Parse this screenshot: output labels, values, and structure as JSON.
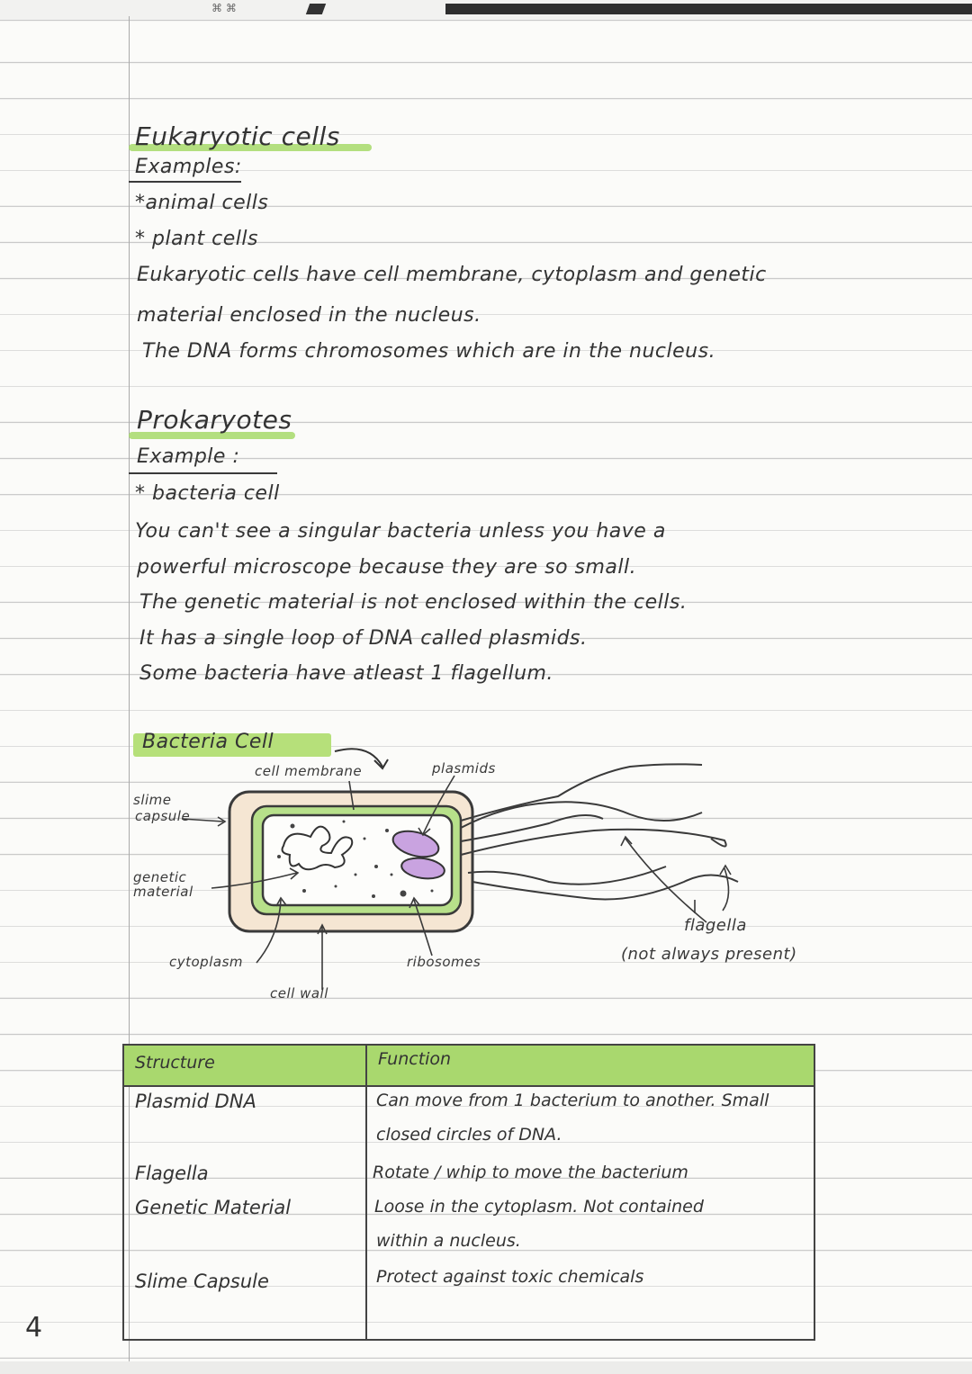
{
  "page_number": "4",
  "colors": {
    "highlight_green": "#a6d96a",
    "table_header_green": "#a9d86e",
    "plasmid_purple": "#c9a3e0",
    "membrane_green": "#b7e08a",
    "capsule_beige": "#f5e6d3",
    "ink": "#333333"
  },
  "eukaryotic": {
    "title": "Eukaryotic cells",
    "examples_label": "Examples:",
    "examples": [
      "*animal cells",
      "* plant cells"
    ],
    "paragraph": [
      "Eukaryotic cells have cell membrane, cytoplasm and genetic",
      "material enclosed in the nucleus.",
      "The DNA forms chromosomes which are in the nucleus."
    ]
  },
  "prokaryotes": {
    "title": "Prokaryotes",
    "example_label": "Example :",
    "examples": [
      "* bacteria cell"
    ],
    "paragraph": [
      "You can't see a singular bacteria unless you have a",
      "powerful microscope because they are so small.",
      "The genetic material is not enclosed within the cells.",
      "It has a single loop of DNA called plasmids.",
      "Some bacteria have atleast 1 flagellum."
    ]
  },
  "diagram": {
    "title": "Bacteria Cell",
    "labels": {
      "cell_membrane": "cell membrane",
      "plasmids": "plasmids",
      "slime_capsule_1": "slime",
      "slime_capsule_2": "capsule",
      "genetic_material_1": "genetic",
      "genetic_material_2": "material",
      "cytoplasm": "cytoplasm",
      "cell_wall": "cell wall",
      "ribosomes": "ribosomes",
      "flagella": "flagella",
      "flagella_note": "(not always present)"
    }
  },
  "table": {
    "headers": [
      "Structure",
      "Function"
    ],
    "rows": [
      {
        "structure": "Plasmid DNA",
        "function": [
          "Can move from 1 bacterium to another. Small",
          "closed circles of DNA."
        ]
      },
      {
        "structure": "Flagella",
        "function": [
          "Rotate / whip to move the bacterium"
        ]
      },
      {
        "structure": "Genetic Material",
        "function": [
          "Loose in the cytoplasm. Not contained",
          "within a nucleus."
        ]
      },
      {
        "structure": "Slime Capsule",
        "function": [
          "Protect against toxic chemicals"
        ]
      }
    ]
  }
}
